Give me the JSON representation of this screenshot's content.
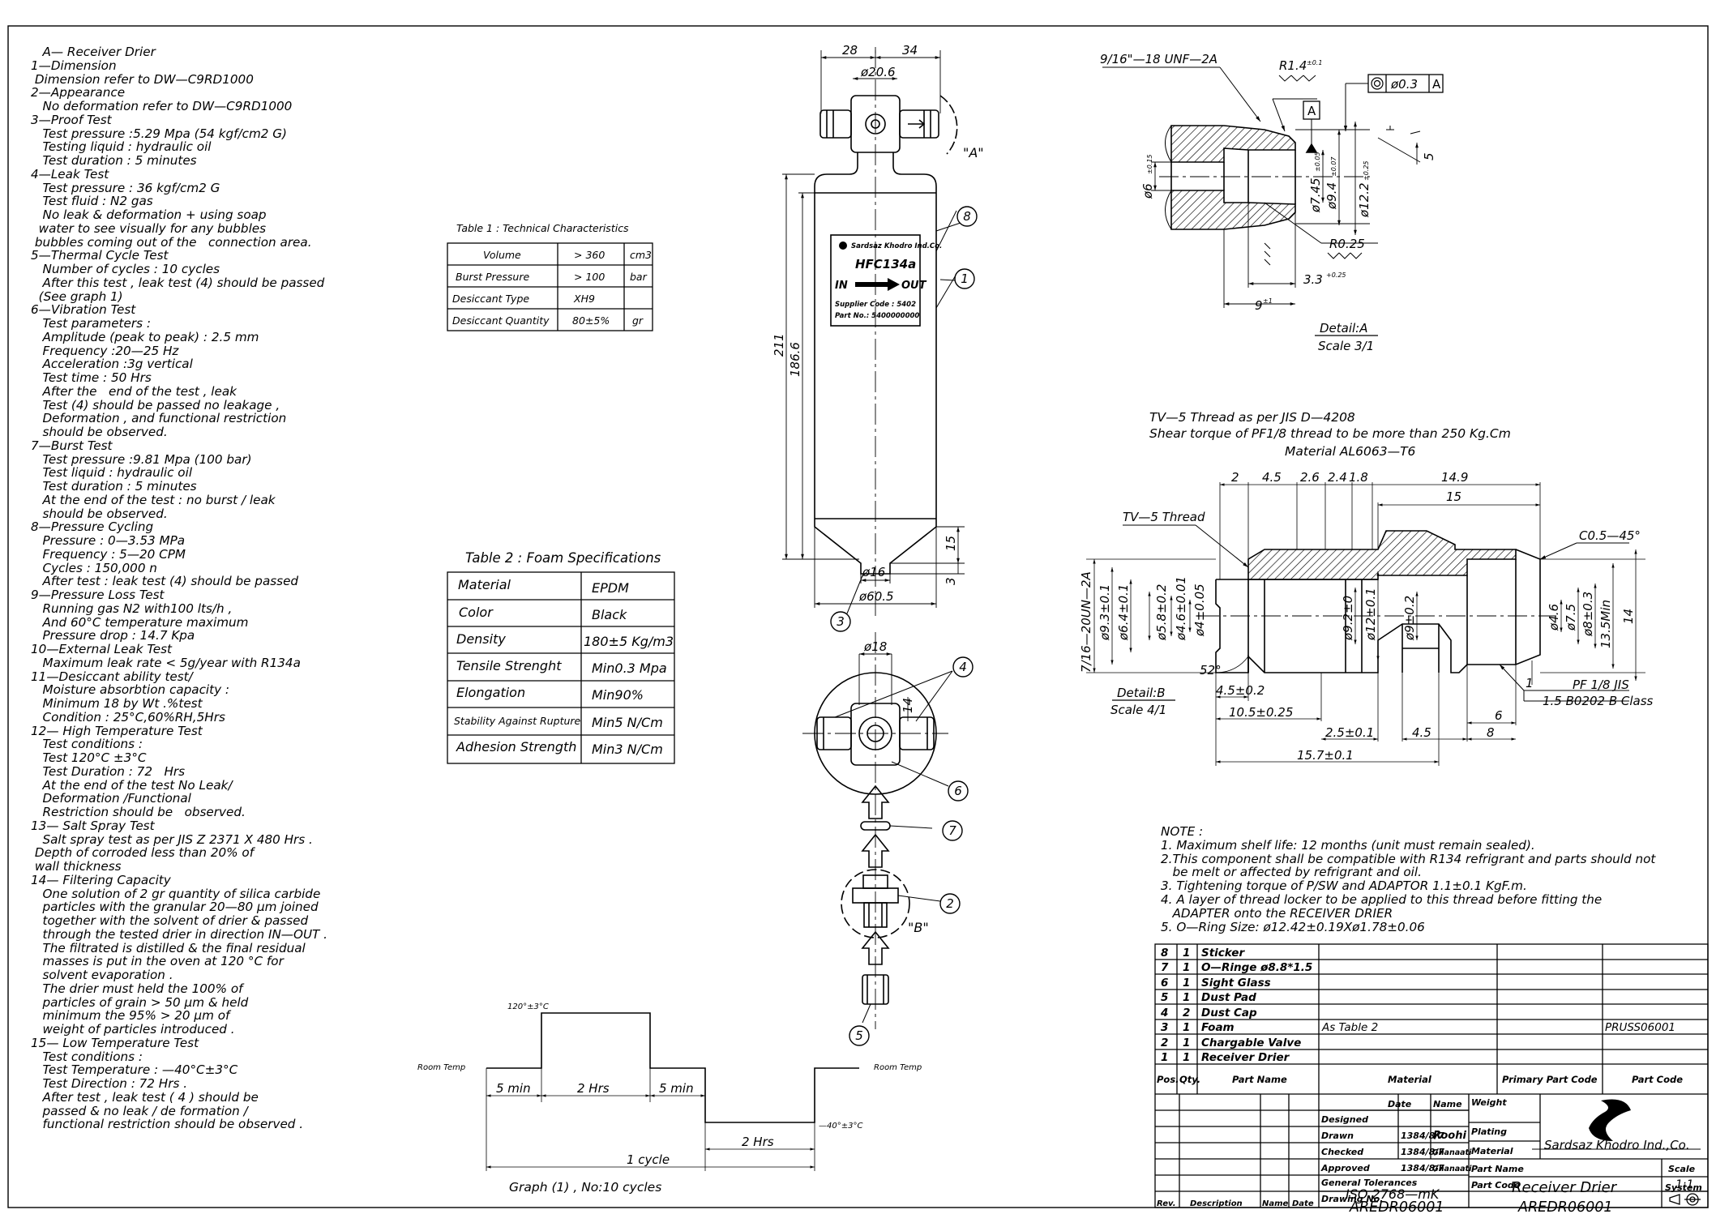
{
  "spec_notes": [
    "   A— Receiver Drier",
    "1—Dimension",
    " Dimension refer to DW—C9RD1000",
    "2—Appearance",
    "   No deformation refer to DW—C9RD1000",
    "3—Proof Test",
    "   Test pressure :5.29 Mpa (54 kgf/cm2 G)",
    "   Testing liquid : hydraulic oil",
    "   Test duration : 5 minutes",
    "4—Leak Test",
    "   Test pressure : 36 kgf/cm2 G",
    "   Test fluid : N2 gas",
    "   No leak & deformation + using soap",
    "  water to see visually for any bubbles",
    " bubbles coming out of the   connection area.",
    "5—Thermal Cycle Test",
    "   Number of cycles : 10 cycles",
    "   After this test , leak test (4) should be passed",
    "  (See graph 1)",
    "6—Vibration Test",
    "   Test parameters :",
    "   Amplitude (peak to peak) : 2.5 mm",
    "   Frequency :20—25 Hz",
    "   Acceleration :3g vertical",
    "   Test time : 50 Hrs",
    "   After the   end of the test , leak",
    "   Test (4) should be passed no leakage ,",
    "   Deformation , and functional restriction",
    "   should be observed.",
    "7—Burst Test",
    "   Test pressure :9.81 Mpa (100 bar)",
    "   Test liquid : hydraulic oil",
    "   Test duration : 5 minutes",
    "   At the end of the test : no burst / leak",
    "   should be observed.",
    "8—Pressure Cycling",
    "   Pressure : 0—3.53 MPa",
    "   Frequency : 5—20 CPM",
    "   Cycles : 150,000 n",
    "   After test : leak test (4) should be passed",
    "9—Pressure Loss Test",
    "   Running gas N2 with100 lts/h ,",
    "   And 60°C temperature maximum",
    "   Pressure drop : 14.7 Kpa",
    "10—External Leak Test",
    "   Maximum leak rate < 5g/year with R134a",
    "11—Desiccant ability test/",
    "   Moisture absorbtion capacity :",
    "   Minimum 18 by Wt .%test",
    "   Condition : 25°C,60%RH,5Hrs",
    "12— High Temperature Test",
    "   Test conditions :",
    "   Test 120°C ±3°C",
    "   Test Duration : 72   Hrs",
    "   At the end of the test No Leak/",
    "   Deformation /Functional",
    "   Restriction should be   observed.",
    "13— Salt Spray Test",
    "   Salt spray test as per JIS Z 2371 X 480 Hrs .",
    " Depth of corroded less than 20% of",
    " wall thickness",
    "14— Filtering Capacity",
    "   One solution of 2 gr quantity of silica carbide",
    "   particles with the granular 20—80 µm joined",
    "   together with the solvent of drier & passed",
    "   through the tested drier in direction IN—OUT .",
    "   The filtrated is distilled & the final residual",
    "   masses is put in the oven at 120 °C for",
    "   solvent evaporation .",
    "   The drier must held the 100% of",
    "   particles of grain > 50 µm & held",
    "   minimum the 95% > 20 µm of",
    "   weight of particles introduced .",
    "15— Low Temperature Test",
    "   Test conditions :",
    "   Test Temperature : —40°C±3°C",
    "   Test Direction : 72 Hrs .",
    "   After test , leak test ( 4 ) should be",
    "   passed & no leak / de formation /",
    "   functional restriction should be observed ."
  ],
  "table1": {
    "title": "Table 1 : Technical Characteristics",
    "rows": [
      [
        "Volume",
        "> 360",
        "cm3"
      ],
      [
        "Burst Pressure",
        "> 100",
        "bar"
      ],
      [
        "Desiccant Type",
        "XH9",
        ""
      ],
      [
        "Desiccant Quantity",
        "80±5%",
        "gr"
      ]
    ]
  },
  "table2": {
    "title": "Table 2 : Foam Specifications",
    "rows": [
      [
        "Material",
        "EPDM"
      ],
      [
        "Color",
        "Black"
      ],
      [
        "Density",
        "180±5 Kg/m3"
      ],
      [
        "Tensile Strenght",
        "Min0.3 Mpa"
      ],
      [
        "Elongation",
        "Min90%"
      ],
      [
        "Stability Against Rupture",
        "Min5 N/Cm"
      ],
      [
        "Adhesion Strength",
        "Min3 N/Cm"
      ]
    ]
  },
  "drier_view": {
    "dims": [
      "28",
      "34",
      "ø20.6",
      "211",
      "186.6",
      "15",
      "3",
      "ø16",
      "ø60.5",
      "ø18",
      "14"
    ],
    "detail_a_ref": "\"A\"",
    "detail_b_ref": "\"B\"",
    "balloons": [
      "8",
      "1",
      "3",
      "4",
      "6",
      "7",
      "2",
      "5"
    ],
    "label": {
      "company": "Sardsaz Khodro Ind.Co.",
      "refrigerant": "HFC134a",
      "in": "IN",
      "out": "OUT",
      "supplier": "Supplier Code : 5402",
      "part_no": "Part No.: 5400000000"
    }
  },
  "detail_a": {
    "thread": "9/16\"—18 UNF—2A",
    "radius": "R1.4",
    "radius_tol": "±0.1",
    "concentricity": "ø0.3",
    "datum": "A",
    "dims": {
      "d6": "ø6",
      "d6_tol": "±0.15",
      "d745": "ø7.45",
      "d745_tol": "±0.05",
      "d94": "ø9.4",
      "d94_tol": "±0.07",
      "d122": "ø12.2",
      "d122_tol": "±0.25",
      "r025": "R0.25",
      "l33": "3.3",
      "l33_tol": "+0.25",
      "l9": "9",
      "l9_tol": "±1",
      "l5": "5"
    },
    "title": "Detail:A",
    "scale": "Scale  3/1"
  },
  "detail_b_notes": [
    "TV—5 Thread as per JIS D—4208",
    "Shear torque of PF1/8 thread to be more than 250 Kg.Cm",
    "Material  AL6063—T6"
  ],
  "detail_b": {
    "top_dims": [
      "2",
      "4.5",
      "2.6",
      "2.4",
      "1.8",
      "14.9",
      "15"
    ],
    "tv5": "TV—5 Thread",
    "chamfer": "C0.5—45°",
    "thread": "7/16—20UN—2A",
    "left_dias": [
      "ø9.3±0.1",
      "ø6.4±0.1",
      "ø5.8±0.2",
      "ø4.6±0.01",
      "ø4±0.05"
    ],
    "mid_dias": [
      "ø9.2±0",
      "ø12±0.1",
      "ø9±0.2"
    ],
    "right_dias": [
      "ø4.6",
      "ø7.5",
      "ø8±0.3",
      "13.5Min",
      "14"
    ],
    "angle": "52°",
    "bottom_dims": [
      "4.5±0.2",
      "10.5±0.25",
      "2.5±0.1",
      "4.5",
      "8",
      "6",
      "15.7±0.1",
      "1"
    ],
    "pf": "PF 1/8 JIS",
    "pf_class": "1.5 B0202 B Class",
    "title": "Detail:B",
    "scale": "Scale 4/1"
  },
  "notes": {
    "heading": "NOTE :",
    "lines": [
      "1. Maximum shelf life: 12 months (unit must remain sealed).",
      "2.This component shall be compatible with R134 refrigrant and parts should not",
      "   be melt or affected by refrigrant and oil.",
      "3. Tightening torque of P/SW and ADAPTOR 1.1±0.1 KgF.m.",
      "4. A layer of thread locker to be applied to this thread before fitting the",
      "   ADAPTER onto the RECEIVER DRIER",
      "5. O—Ring Size: ø12.42±0.19Xø1.78±0.06"
    ]
  },
  "graph": {
    "high_temp": "120°±3°C",
    "low_temp": "—40°±3°C",
    "room_left": "Room Temp",
    "room_right": "Room Temp",
    "seg1": "5 min",
    "seg2": "2 Hrs",
    "seg3": "5 min",
    "seg4": "2 Hrs",
    "cycle": "1 cycle",
    "caption": "Graph (1) , No:10 cycles"
  },
  "parts_list": {
    "rows": [
      [
        "8",
        "1",
        "Sticker",
        "",
        ""
      ],
      [
        "7",
        "1",
        "O—Ringe ø8.8*1.5",
        "",
        ""
      ],
      [
        "6",
        "1",
        "Sight Glass",
        "",
        ""
      ],
      [
        "5",
        "1",
        "Dust Pad",
        "",
        ""
      ],
      [
        "4",
        "2",
        "Dust Cap",
        "",
        ""
      ],
      [
        "3",
        "1",
        "Foam",
        "As Table 2",
        "PRUSS06001"
      ],
      [
        "2",
        "1",
        "Chargable Valve",
        "",
        ""
      ],
      [
        "1",
        "1",
        "Receiver Drier",
        "",
        ""
      ]
    ],
    "headers": [
      "Pos.",
      "Qty.",
      "Part Name",
      "Material",
      "Primary Part Code",
      "Part Code"
    ]
  },
  "title_block": {
    "date_h": "Date",
    "name_h": "Name",
    "weight": "Weight",
    "designed": "Designed",
    "drawn": "Drawn",
    "drawn_date": "1384/8/7",
    "drawn_name": "Roohi",
    "plating": "Plating",
    "checked": "Checked",
    "checked_date": "1384/8/7",
    "checked_name": "Ghanaati",
    "approved": "Approved",
    "approved_date": "1384/8/7",
    "approved_name": "Ghanaati",
    "material": "Material",
    "company": "Sardsaz Khodro Ind.,Co.",
    "gen_tol": "General Tolerances",
    "gen_tol_val": "ISO 2768—mK",
    "part_name_h": "Part Name",
    "part_name": "Receiver Drier",
    "scale_h": "Scale",
    "scale": "1:1",
    "drawing_no_h": "Drawing No.",
    "drawing_no": "AREDR06001",
    "part_code_h": "Part Code",
    "part_code": "AREDR06001",
    "system": "System",
    "rev": "Rev.",
    "description": "Description",
    "name": "Name",
    "date": "Date"
  }
}
